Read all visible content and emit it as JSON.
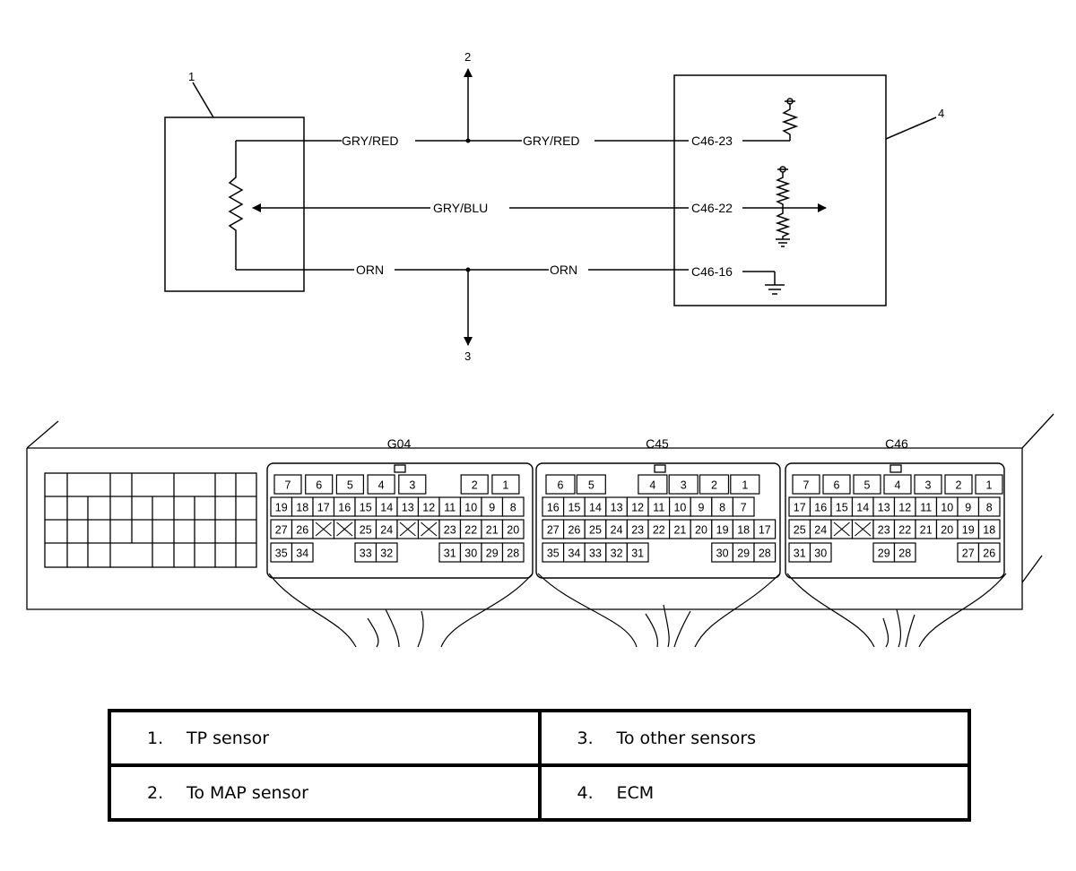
{
  "schematic": {
    "callouts": {
      "tp_sensor": "1",
      "map_sensor": "2",
      "other_sensors": "3",
      "ecm": "4"
    },
    "wires": {
      "top_left": "GRY/RED",
      "top_right": "GRY/RED",
      "middle": "GRY/BLU",
      "bottom_left": "ORN",
      "bottom_right": "ORN"
    },
    "ecm_pins": {
      "top": "C46-23",
      "middle": "C46-22",
      "bottom": "C46-16"
    }
  },
  "connectors": {
    "titles": {
      "g04": "G04",
      "c45": "C45",
      "c46": "C46"
    },
    "g04_rows": [
      [
        "7",
        "6",
        "5",
        "4",
        "3",
        "",
        "2",
        "1"
      ],
      [
        "19",
        "18",
        "17",
        "16",
        "15",
        "14",
        "13",
        "12",
        "11",
        "10",
        "9",
        "8"
      ],
      [
        "27",
        "26",
        "X",
        "X",
        "25",
        "24",
        "X",
        "X",
        "23",
        "22",
        "21",
        "20"
      ],
      [
        "35",
        "34",
        "",
        "",
        "33",
        "32",
        "",
        "",
        "31",
        "30",
        "29",
        "28"
      ]
    ],
    "c45_rows": [
      [
        "6",
        "5",
        "",
        "4",
        "3",
        "2",
        "1"
      ],
      [
        "16",
        "15",
        "14",
        "13",
        "12",
        "11",
        "10",
        "9",
        "8",
        "7"
      ],
      [
        "27",
        "26",
        "25",
        "24",
        "23",
        "22",
        "21",
        "20",
        "19",
        "18",
        "17"
      ],
      [
        "35",
        "34",
        "33",
        "32",
        "31",
        "",
        "",
        "",
        "30",
        "29",
        "28"
      ]
    ],
    "c46_rows": [
      [
        "7",
        "6",
        "5",
        "4",
        "3",
        "2",
        "1"
      ],
      [
        "17",
        "16",
        "15",
        "14",
        "13",
        "12",
        "11",
        "10",
        "9",
        "8"
      ],
      [
        "25",
        "24",
        "X",
        "X",
        "23",
        "22",
        "21",
        "20",
        "19",
        "18"
      ],
      [
        "31",
        "30",
        "",
        "",
        "29",
        "28",
        "",
        "",
        "27",
        "26"
      ]
    ]
  },
  "legend": {
    "rows": [
      [
        {
          "num": "1.",
          "text": "TP sensor"
        },
        {
          "num": "3.",
          "text": "To other sensors"
        }
      ],
      [
        {
          "num": "2.",
          "text": "To MAP sensor"
        },
        {
          "num": "4.",
          "text": "ECM"
        }
      ]
    ]
  }
}
